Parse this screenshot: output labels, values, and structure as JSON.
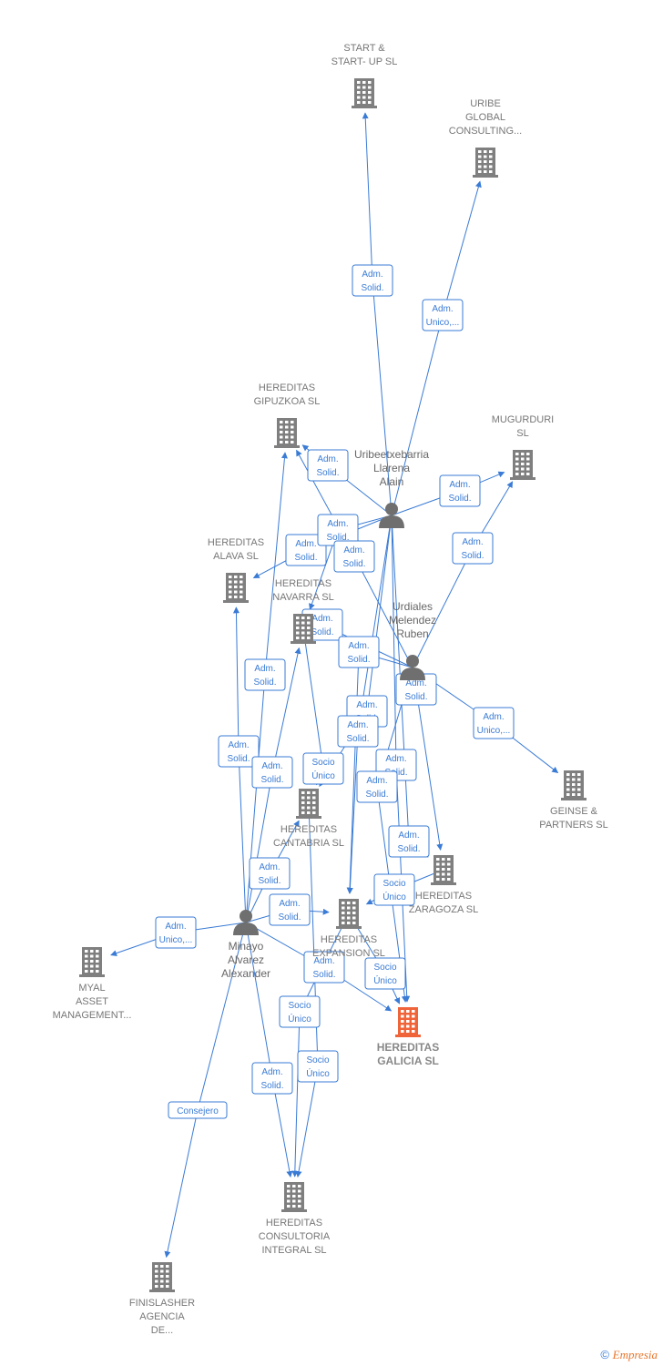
{
  "colors": {
    "edge": "#3a7bd5",
    "company": "#7f7f7f",
    "main_company": "#f0643a",
    "person": "#6f6f6f",
    "label": "#777777"
  },
  "companies": [
    {
      "id": "startup",
      "lines": [
        "START &",
        "START- UP  SL"
      ],
      "main": false
    },
    {
      "id": "uribe",
      "lines": [
        "URIBE",
        "GLOBAL",
        "CONSULTING..."
      ],
      "main": false
    },
    {
      "id": "gipuzkoa",
      "lines": [
        "HEREDITAS",
        "GIPUZKOA  SL"
      ],
      "main": false
    },
    {
      "id": "mugurduri",
      "lines": [
        "MUGURDURI",
        "SL"
      ],
      "main": false
    },
    {
      "id": "alava",
      "lines": [
        "HEREDITAS",
        "ALAVA  SL"
      ],
      "main": false
    },
    {
      "id": "navarra",
      "lines": [
        "HEREDITAS",
        "NAVARRA  SL"
      ],
      "main": false
    },
    {
      "id": "geinse",
      "lines": [
        "GEINSE &",
        "PARTNERS  SL"
      ],
      "main": false
    },
    {
      "id": "cantabria",
      "lines": [
        "HEREDITAS",
        "CANTABRIA  SL"
      ],
      "main": false
    },
    {
      "id": "zaragoza",
      "lines": [
        "HEREDITAS",
        "ZARAGOZA  SL"
      ],
      "main": false
    },
    {
      "id": "expansion",
      "lines": [
        "HEREDITAS",
        "EXPANSION  SL"
      ],
      "main": false
    },
    {
      "id": "myal",
      "lines": [
        "MYAL",
        "ASSET",
        "MANAGEMENT..."
      ],
      "main": false
    },
    {
      "id": "galicia",
      "lines": [
        "HEREDITAS",
        "GALICIA  SL"
      ],
      "main": true
    },
    {
      "id": "consultoria",
      "lines": [
        "HEREDITAS",
        "CONSULTORIA",
        "INTEGRAL  SL"
      ],
      "main": false
    },
    {
      "id": "finislasher",
      "lines": [
        "FINISLASHER",
        "AGENCIA",
        "DE..."
      ],
      "main": false
    }
  ],
  "people": [
    {
      "id": "uribeetxebarria",
      "lines": [
        "Uribeetxebarria",
        "Llarena",
        "Alain"
      ]
    },
    {
      "id": "urdiales",
      "lines": [
        "Urdiales",
        "Melendez",
        "Ruben"
      ]
    },
    {
      "id": "minayo",
      "lines": [
        "Minayo",
        "Alvarez",
        "Alexander"
      ]
    }
  ],
  "edges": [
    {
      "from": "uribeetxebarria",
      "to": "startup",
      "lines": [
        "Adm.",
        "Solid."
      ]
    },
    {
      "from": "uribeetxebarria",
      "to": "uribe",
      "lines": [
        "Adm.",
        "Unico,..."
      ]
    },
    {
      "from": "uribeetxebarria",
      "to": "gipuzkoa",
      "lines": [
        "Adm.",
        "Solid."
      ]
    },
    {
      "from": "uribeetxebarria",
      "to": "mugurduri",
      "lines": [
        "Adm.",
        "Solid."
      ]
    },
    {
      "from": "uribeetxebarria",
      "to": "alava",
      "lines": [
        "Adm.",
        "Solid."
      ]
    },
    {
      "from": "uribeetxebarria",
      "to": "navarra",
      "lines": [
        "Adm.",
        "Solid."
      ]
    },
    {
      "from": "uribeetxebarria",
      "to": "galicia",
      "lines": [
        "Adm.",
        "Solid."
      ]
    },
    {
      "from": "uribeetxebarria",
      "to": "zaragoza",
      "lines": [
        "Adm.",
        "Solid."
      ]
    },
    {
      "from": "uribeetxebarria",
      "to": "cantabria",
      "lines": [
        "Adm.",
        "Solid."
      ]
    },
    {
      "from": "uribeetxebarria",
      "to": "expansion",
      "lines": [
        "Adm.",
        "Solid."
      ]
    },
    {
      "from": "urdiales",
      "to": "mugurduri",
      "lines": [
        "Adm.",
        "Solid."
      ]
    },
    {
      "from": "urdiales",
      "to": "geinse",
      "lines": [
        "Adm.",
        "Unico,..."
      ]
    },
    {
      "from": "urdiales",
      "to": "navarra",
      "lines": [
        "Adm.",
        "Solid."
      ]
    },
    {
      "from": "urdiales",
      "to": "galicia",
      "lines": [
        "Adm.",
        "Solid."
      ]
    },
    {
      "from": "urdiales",
      "to": "zaragoza",
      "lines": [
        "Adm.",
        "Solid."
      ]
    },
    {
      "from": "urdiales",
      "to": "expansion",
      "lines": [
        "Adm.",
        "Solid."
      ]
    },
    {
      "from": "urdiales",
      "to": "gipuzkoa",
      "lines": [
        "Adm.",
        "Solid."
      ]
    },
    {
      "from": "minayo",
      "to": "myal",
      "lines": [
        "Adm.",
        "Unico,..."
      ]
    },
    {
      "from": "minayo",
      "to": "alava",
      "lines": [
        "Adm.",
        "Solid."
      ]
    },
    {
      "from": "minayo",
      "to": "gipuzkoa",
      "lines": [
        "Adm.",
        "Solid."
      ]
    },
    {
      "from": "minayo",
      "to": "navarra",
      "lines": [
        "Adm.",
        "Solid."
      ]
    },
    {
      "from": "minayo",
      "to": "cantabria",
      "lines": [
        "Adm.",
        "Solid."
      ]
    },
    {
      "from": "minayo",
      "to": "expansion",
      "lines": [
        "Adm.",
        "Solid."
      ]
    },
    {
      "from": "minayo",
      "to": "galicia",
      "lines": [
        "Adm.",
        "Solid."
      ]
    },
    {
      "from": "minayo",
      "to": "consultoria",
      "lines": [
        "Adm.",
        "Solid."
      ]
    },
    {
      "from": "minayo",
      "to": "finislasher",
      "lines": [
        "Consejero"
      ]
    },
    {
      "from": "navarra",
      "to": "cantabria",
      "lines": [
        "Socio",
        "Único"
      ]
    },
    {
      "from": "expansion",
      "to": "galicia",
      "lines": [
        "Socio",
        "Único"
      ]
    },
    {
      "from": "expansion",
      "to": "consultoria",
      "lines": [
        "Socio",
        "Único"
      ]
    },
    {
      "from": "cantabria",
      "to": "consultoria",
      "lines": [
        "Socio",
        "Único"
      ]
    },
    {
      "from": "zaragoza",
      "to": "expansion",
      "lines": [
        "Socio",
        "Único"
      ]
    }
  ],
  "watermark": {
    "symbol": "©",
    "brand": "Empresia"
  }
}
